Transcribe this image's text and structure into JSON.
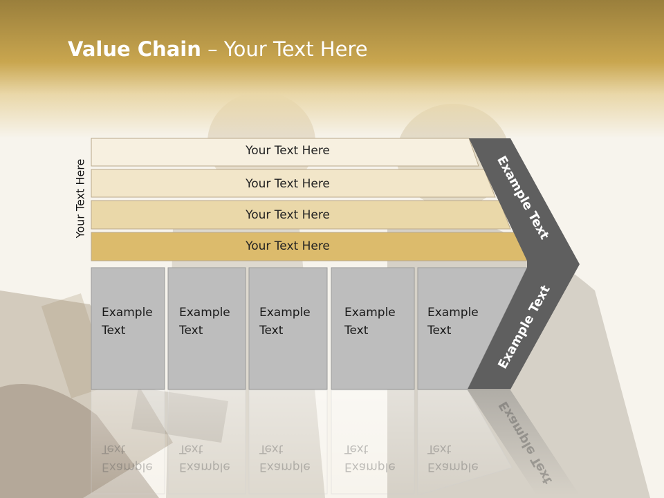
{
  "slide": {
    "title_bold": "Value Chain",
    "title_rest": " – Your Text Here",
    "side_label": "Your Text Here"
  },
  "rows": [
    {
      "label": "Your Text Here",
      "color": "#f7f0e0"
    },
    {
      "label": "Your Text Here",
      "color": "#f2e6c9"
    },
    {
      "label": "Your Text Here",
      "color": "#ead8a9"
    },
    {
      "label": "Your Text Here",
      "color": "#dcbb6c"
    }
  ],
  "boxes": [
    {
      "line1": "Example",
      "line2": "Text"
    },
    {
      "line1": "Example",
      "line2": "Text"
    },
    {
      "line1": "Example",
      "line2": "Text"
    },
    {
      "line1": "Example",
      "line2": "Text"
    },
    {
      "line1": "Example",
      "line2": "Text"
    }
  ],
  "chevron": {
    "top_label": "Example Text",
    "bottom_label": "Example Text",
    "color": "#5f5f5f"
  },
  "colors": {
    "header": "#c9a64f",
    "box_fill": "#bdbdbd",
    "box_border": "#9a9a9a"
  }
}
